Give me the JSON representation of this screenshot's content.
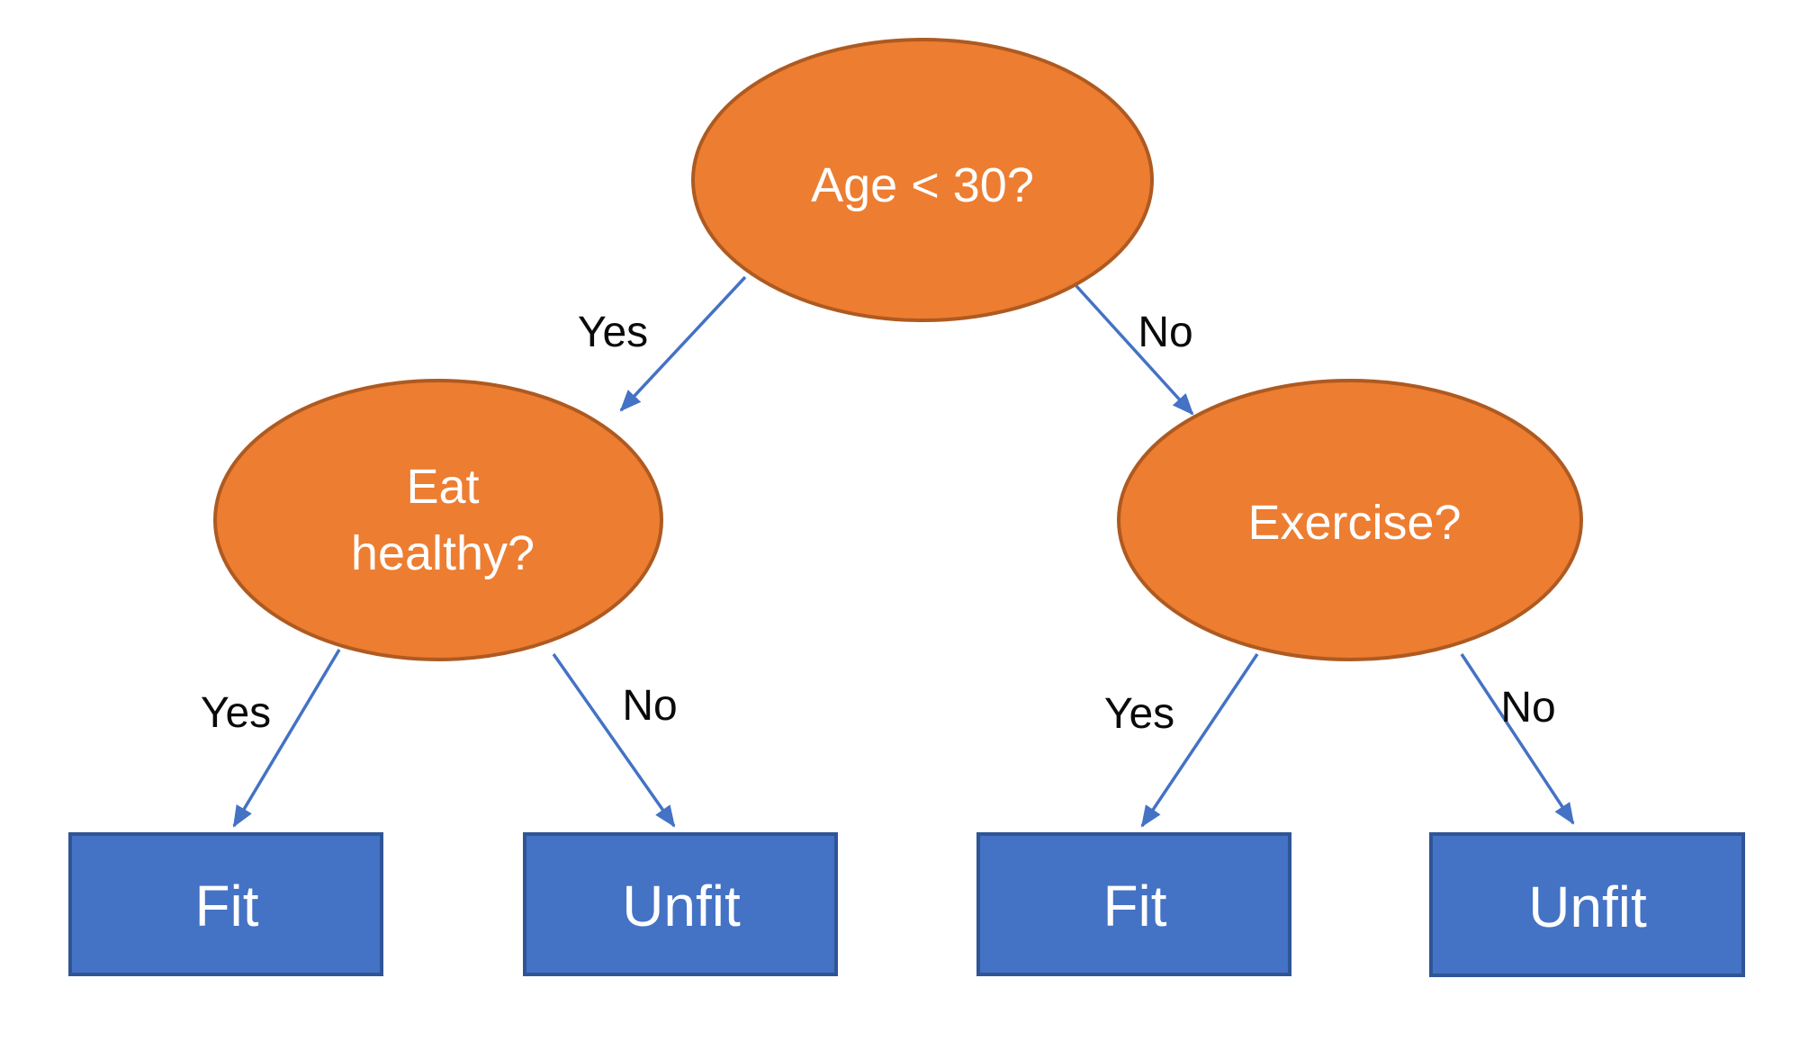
{
  "diagram": {
    "type": "decision-tree",
    "background": "#ffffff"
  },
  "colors": {
    "node_fill": "#ED7D31",
    "node_border": "#AE5A21",
    "leaf_fill": "#4472C4",
    "leaf_border": "#2F5597",
    "arrow": "#4472C4",
    "node_text": "#ffffff",
    "leaf_text": "#ffffff",
    "edge_label_text": "#0a0a0a"
  },
  "nodes": {
    "root": {
      "label": "Age < 30?"
    },
    "left": {
      "label": "Eat healthy?",
      "lines": [
        "Eat",
        "healthy?"
      ]
    },
    "right": {
      "label": "Exercise?"
    }
  },
  "edge_labels": {
    "root_yes": "Yes",
    "root_no": "No",
    "eat_yes": "Yes",
    "eat_no": "No",
    "exercise_yes": "Yes",
    "exercise_no": "No"
  },
  "leaves": {
    "eat_yes": "Fit",
    "eat_no": "Unfit",
    "exercise_yes": "Fit",
    "exercise_no": "Unfit"
  }
}
